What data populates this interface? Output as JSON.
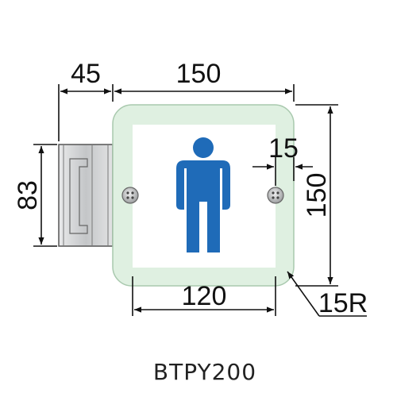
{
  "diagram": {
    "model_code": "BTPY200",
    "dimensions": {
      "bracket_depth": "45",
      "plate_width": "150",
      "plate_height": "150",
      "screw_offset": "15",
      "bracket_height": "83",
      "inner_width": "120",
      "corner_radius": "15R"
    },
    "colors": {
      "pictogram": "#1f6bb8",
      "glass_edge": "#d6ecd9",
      "dimension_line": "#111111",
      "bracket": "#c9cbcc"
    },
    "pictogram_icon": "male-restroom-icon"
  }
}
